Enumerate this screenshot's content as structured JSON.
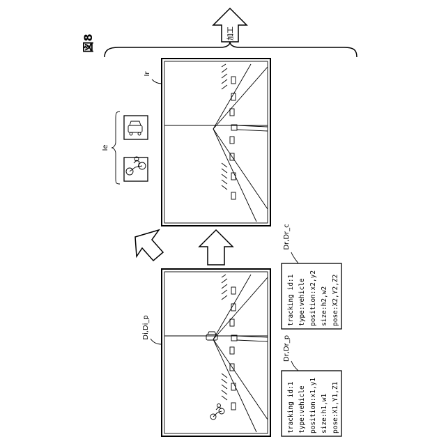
{
  "figure_label": "図8",
  "process_label": "加工",
  "labels": {
    "di_dip": "Di,Di_p",
    "ir": "Ir",
    "ie": "Ie",
    "dr_drp": "Dr,Dr_p",
    "dr_drc": "Dr,Dr_c"
  },
  "info_box_p": [
    "tracking id:1",
    "type:vehicle",
    "position:x1,y1",
    "size:h1,w1",
    "pose:X1,Y1,Z1"
  ],
  "info_box_c": [
    "tracking id:1",
    "type:vehicle",
    "position:x2,y2",
    "size:h2,w2",
    "pose:X2,Y2,Z2"
  ]
}
